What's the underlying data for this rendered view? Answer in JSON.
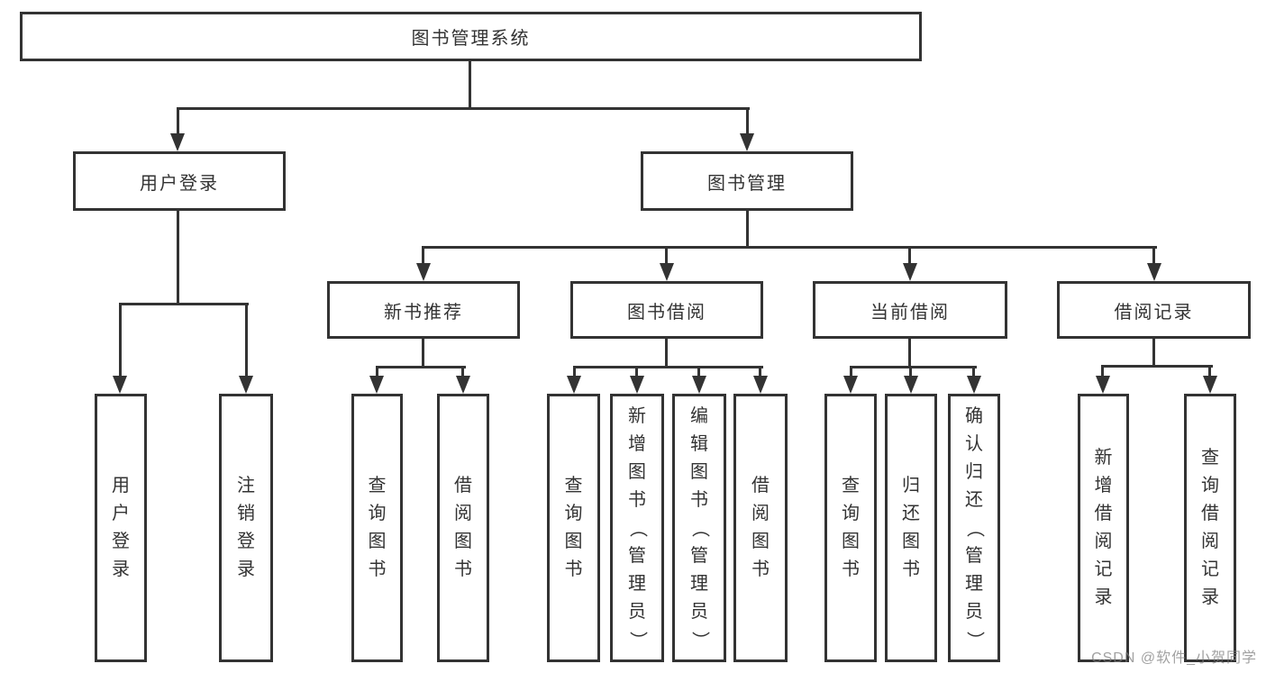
{
  "title": {
    "label": "图书管理系统"
  },
  "tree": {
    "user_login": {
      "label": "用户登录",
      "children": [
        {
          "label": "用户登录"
        },
        {
          "label": "注销登录"
        }
      ]
    },
    "book_management": {
      "label": "图书管理",
      "sections": [
        {
          "label": "新书推荐",
          "children": [
            {
              "label": "查询图书"
            },
            {
              "label": "借阅图书"
            }
          ]
        },
        {
          "label": "图书借阅",
          "children": [
            {
              "label": "查询图书"
            },
            {
              "label": "新增图书（管理员）"
            },
            {
              "label": "编辑图书（管理员）"
            },
            {
              "label": "借阅图书"
            }
          ]
        },
        {
          "label": "当前借阅",
          "children": [
            {
              "label": "查询图书"
            },
            {
              "label": "归还图书"
            },
            {
              "label": "确认归还（管理员）"
            }
          ]
        },
        {
          "label": "借阅记录",
          "children": [
            {
              "label": "新增借阅记录"
            },
            {
              "label": "查询借阅记录"
            }
          ]
        }
      ]
    }
  },
  "watermark": {
    "text": "CSDN @软件_小贺同学"
  },
  "colors": {
    "line": "#333333",
    "text": "#333333",
    "background": "#ffffff",
    "watermark": "#7d7d7d"
  }
}
